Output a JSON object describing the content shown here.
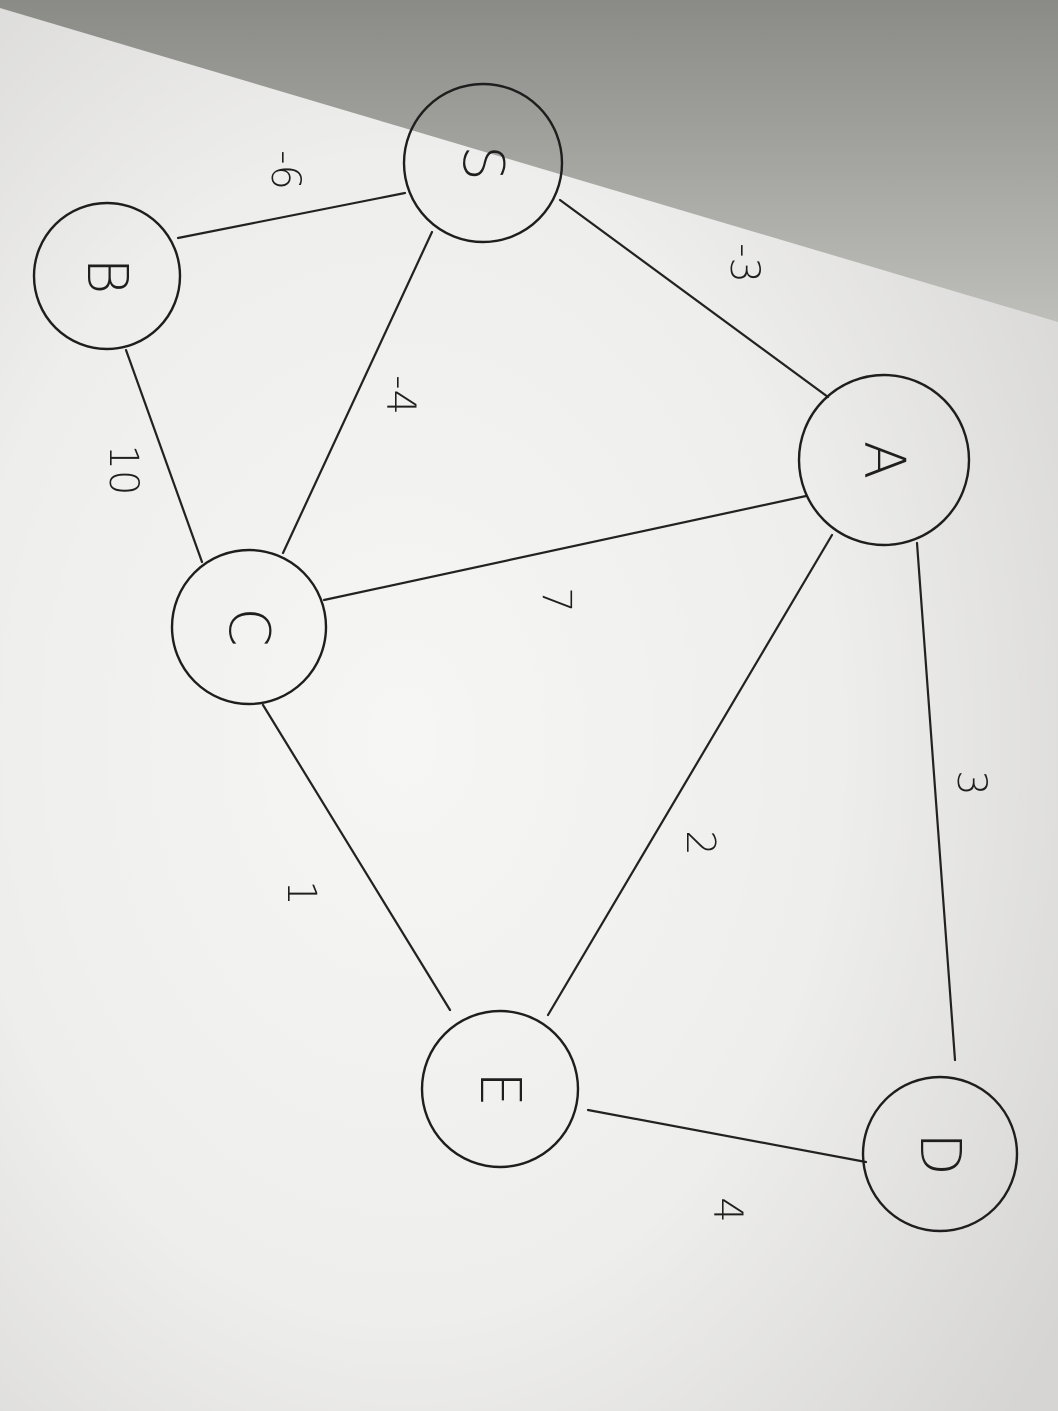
{
  "diagram": {
    "type": "weighted-undirected-graph",
    "nodes": [
      {
        "id": "S",
        "label": "S"
      },
      {
        "id": "B",
        "label": "B"
      },
      {
        "id": "A",
        "label": "A"
      },
      {
        "id": "C",
        "label": "C"
      },
      {
        "id": "E",
        "label": "E"
      },
      {
        "id": "D",
        "label": "D"
      }
    ],
    "edges": [
      {
        "id": "S-B",
        "from": "S",
        "to": "B",
        "weight": "-6"
      },
      {
        "id": "S-A",
        "from": "S",
        "to": "A",
        "weight": "-3"
      },
      {
        "id": "S-C",
        "from": "S",
        "to": "C",
        "weight": "-4"
      },
      {
        "id": "B-C",
        "from": "B",
        "to": "C",
        "weight": "10"
      },
      {
        "id": "A-C",
        "from": "A",
        "to": "C",
        "weight": "7"
      },
      {
        "id": "A-E",
        "from": "A",
        "to": "E",
        "weight": "2"
      },
      {
        "id": "A-D",
        "from": "A",
        "to": "D",
        "weight": "3"
      },
      {
        "id": "C-E",
        "from": "C",
        "to": "E",
        "weight": "1"
      },
      {
        "id": "E-D",
        "from": "E",
        "to": "D",
        "weight": "4"
      }
    ]
  }
}
